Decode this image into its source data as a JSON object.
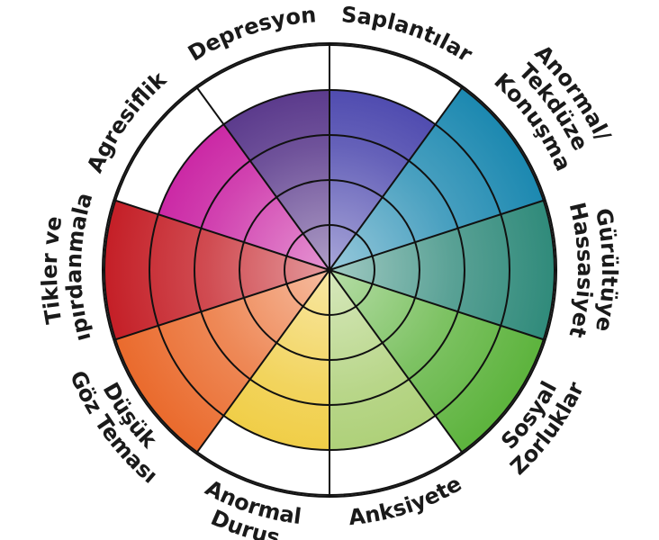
{
  "wheel": {
    "max_level": 5,
    "sectors": [
      {
        "label": "Saplantılar",
        "lines": [
          "Saplantılar"
        ],
        "level": 4,
        "color": "#3e3aa8"
      },
      {
        "label": "Anormal/Tekdüze Konuşma",
        "lines": [
          "Anormal/",
          "Tekdüze",
          "Konuşma"
        ],
        "level": 5,
        "color": "#1b88b0"
      },
      {
        "label": "Gürültüye Hassasiyet",
        "lines": [
          "Gürültüye",
          "Hassasiyet"
        ],
        "level": 5,
        "color": "#2f8a7a"
      },
      {
        "label": "Sosyal Zorluklar",
        "lines": [
          "Sosyal",
          "Zorluklar"
        ],
        "level": 5,
        "color": "#5cb33c"
      },
      {
        "label": "Anksiyete",
        "lines": [
          "Anksiyete"
        ],
        "level": 4,
        "color": "#a6cc6c"
      },
      {
        "label": "Anormal Duruş",
        "lines": [
          "Anormal",
          "Duruş"
        ],
        "level": 4,
        "color": "#efc935"
      },
      {
        "label": "Düşük Göz Teması",
        "lines": [
          "Düşük",
          "Göz Teması"
        ],
        "level": 5,
        "color": "#ea6a2c"
      },
      {
        "label": "Tikler ve Kıpırdanmalar",
        "lines": [
          "Tikler ve",
          "Kıpırdanmalar"
        ],
        "level": 5,
        "color": "#c41e26"
      },
      {
        "label": "Agresiflik",
        "lines": [
          "Agresiflik"
        ],
        "level": 4,
        "color": "#c6139c"
      },
      {
        "label": "Depresyon",
        "lines": [
          "Depresyon"
        ],
        "level": 4,
        "color": "#4b2781"
      }
    ]
  }
}
